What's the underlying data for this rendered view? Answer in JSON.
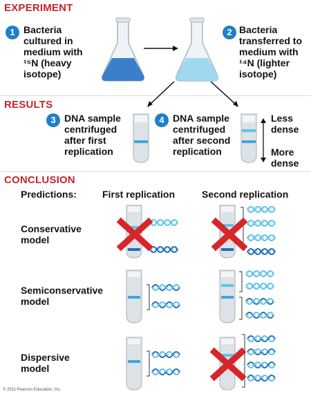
{
  "experiment": {
    "header": "EXPERIMENT",
    "step1": {
      "num": "1",
      "lines": [
        "Bacteria",
        "cultured in",
        "medium with",
        "¹⁵N (heavy",
        "isotope)"
      ]
    },
    "step2": {
      "num": "2",
      "lines": [
        "Bacteria",
        "transferred to",
        "medium with",
        "¹⁴N (lighter",
        "isotope)"
      ]
    }
  },
  "results": {
    "header": "RESULTS",
    "step3": {
      "num": "3",
      "lines": [
        "DNA sample",
        "centrifuged",
        "after first",
        "replication"
      ]
    },
    "step4": {
      "num": "4",
      "lines": [
        "DNA sample",
        "centrifuged",
        "after second",
        "replication"
      ]
    },
    "less_dense": [
      "Less",
      "dense"
    ],
    "more_dense": [
      "More",
      "dense"
    ]
  },
  "conclusion": {
    "header": "CONCLUSION",
    "predictions_label": "Predictions:",
    "col_first": "First replication",
    "col_second": "Second replication",
    "models": [
      {
        "lines": [
          "Conservative",
          "model"
        ],
        "first_incorrect": true,
        "second_incorrect": true
      },
      {
        "lines": [
          "Semiconservative",
          "model"
        ],
        "first_incorrect": false,
        "second_incorrect": false
      },
      {
        "lines": [
          "Dispersive",
          "model"
        ],
        "first_incorrect": false,
        "second_incorrect": true
      }
    ]
  },
  "copyright": "© 2011 Pearson Education, Inc.",
  "colors": {
    "header_red": "#c8242b",
    "number_blue": "#1f7fc8",
    "heavy_medium": "#3a7fc9",
    "light_medium": "#9fd8ef",
    "band_blue": "#3aa6dd",
    "dna_heavy": "#1f6fb8",
    "dna_light": "#5ec3ea",
    "x_red": "#d6262b"
  }
}
